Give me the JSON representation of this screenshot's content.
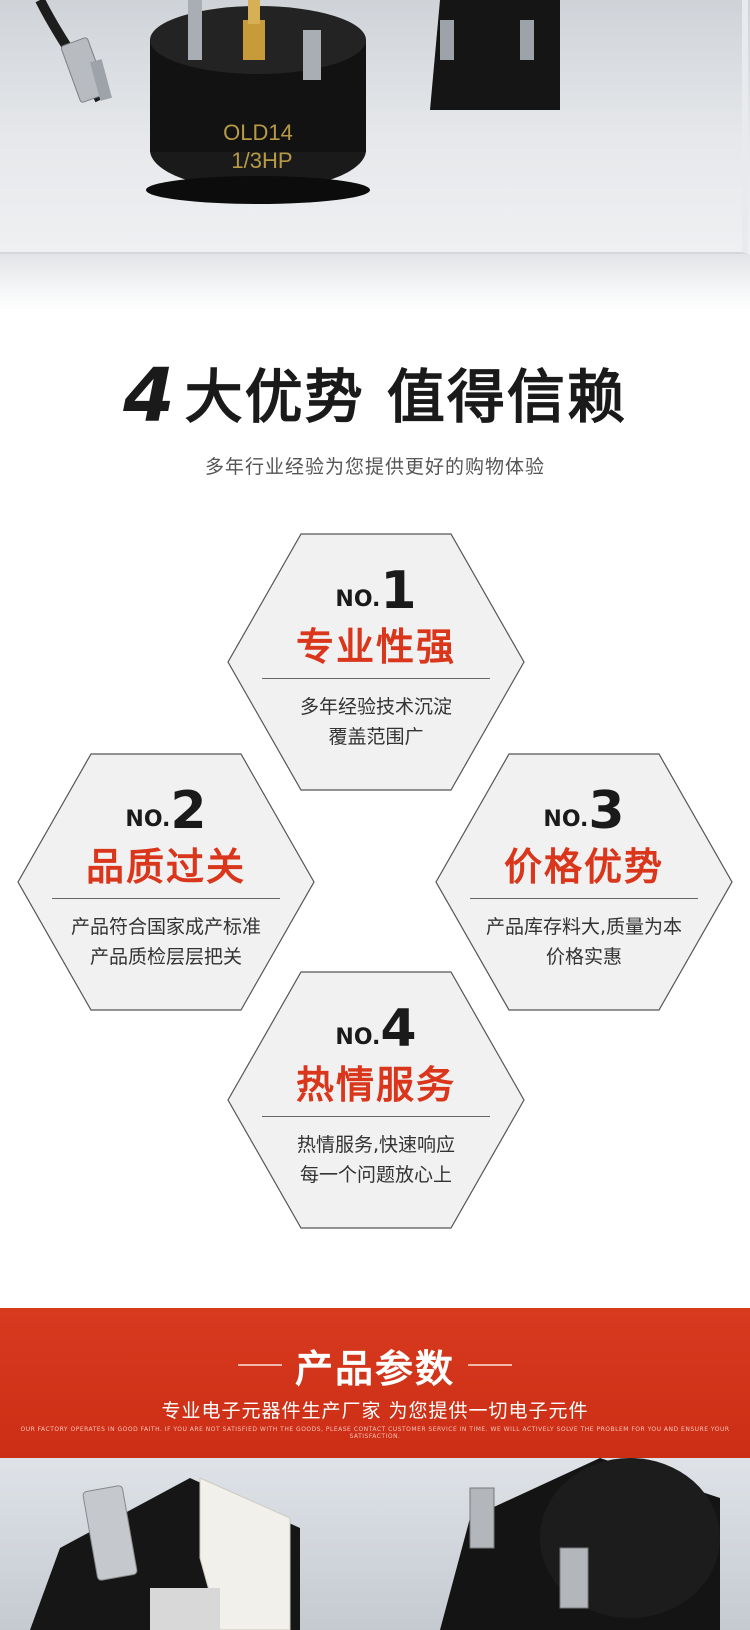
{
  "photo_top": {
    "label_line1": "OLD14",
    "label_line2": "1/3HP"
  },
  "heading": {
    "number": "4",
    "title": "大优势 值得信赖",
    "subtitle": "多年行业经验为您提供更好的购物体验"
  },
  "advantages": [
    {
      "no_prefix": "NO.",
      "no": "1",
      "title": "专业性强",
      "line1": "多年经验技术沉淀",
      "line2": "覆盖范围广"
    },
    {
      "no_prefix": "NO.",
      "no": "2",
      "title": "品质过关",
      "line1": "产品符合国家成产标准",
      "line2": "产品质检层层把关"
    },
    {
      "no_prefix": "NO.",
      "no": "3",
      "title": "价格优势",
      "line1": "产品库存料大,质量为本",
      "line2": "价格实惠"
    },
    {
      "no_prefix": "NO.",
      "no": "4",
      "title": "热情服务",
      "line1": "热情服务,快速响应",
      "line2": "每一个问题放心上"
    }
  ],
  "banner": {
    "title": "产品参数",
    "subtitle": "专业电子元器件生产厂家 为您提供一切电子元件",
    "fine_print": "OUR FACTORY OPERATES IN GOOD FAITH. IF YOU ARE NOT SATISFIED WITH THE GOODS, PLEASE CONTACT CUSTOMER SERVICE IN TIME. WE WILL ACTIVELY SOLVE THE PROBLEM FOR YOU AND ENSURE YOUR SATISFACTION."
  },
  "colors": {
    "accent_red": "#d9361c",
    "banner_red": "#cc2e15",
    "text_dark": "#1a1a1a"
  }
}
